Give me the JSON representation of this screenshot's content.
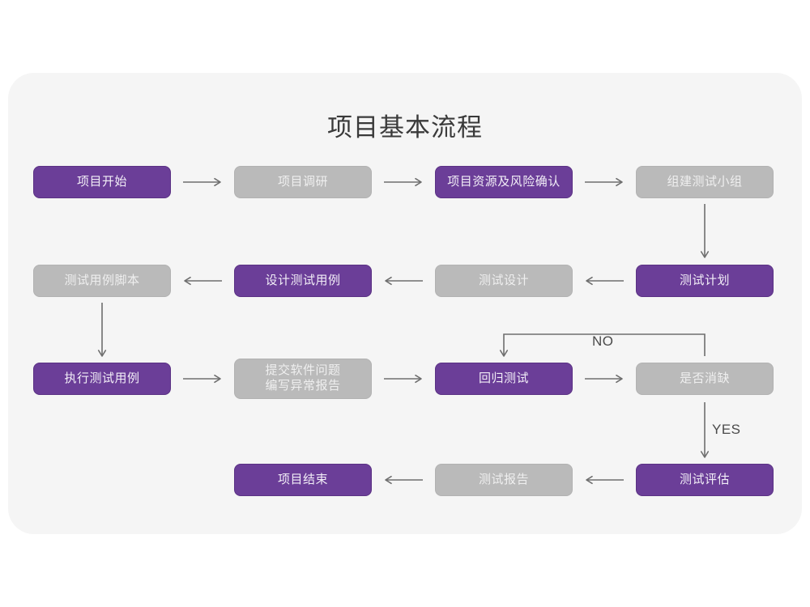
{
  "diagram": {
    "title": "项目基本流程",
    "colors": {
      "canvas_background": "#ffffff",
      "card_background": "#f5f5f5",
      "node_purple": "#6b3e98",
      "node_gray": "#bababa",
      "purple_text": "#f2eef7",
      "gray_text": "#efefef",
      "connector": "#6e6e6e",
      "title_text": "#3a3a3a"
    },
    "nodes": [
      {
        "id": "n1",
        "label": "项目开始",
        "style": "purple",
        "row": 1,
        "col": 1
      },
      {
        "id": "n2",
        "label": "项目调研",
        "style": "gray",
        "row": 1,
        "col": 2
      },
      {
        "id": "n3",
        "label": "项目资源及风险确认",
        "style": "purple",
        "row": 1,
        "col": 3
      },
      {
        "id": "n4",
        "label": "组建测试小组",
        "style": "gray",
        "row": 1,
        "col": 4
      },
      {
        "id": "n5",
        "label": "测试用例脚本",
        "style": "gray",
        "row": 2,
        "col": 1
      },
      {
        "id": "n6",
        "label": "设计测试用例",
        "style": "purple",
        "row": 2,
        "col": 2
      },
      {
        "id": "n7",
        "label": "测试设计",
        "style": "gray",
        "row": 2,
        "col": 3
      },
      {
        "id": "n8",
        "label": "测试计划",
        "style": "purple",
        "row": 2,
        "col": 4
      },
      {
        "id": "n9",
        "label": "执行测试用例",
        "style": "purple",
        "row": 3,
        "col": 1
      },
      {
        "id": "n10",
        "label": "提交软件问题\n编写异常报告",
        "style": "gray",
        "row": 3,
        "col": 2
      },
      {
        "id": "n11",
        "label": "回归测试",
        "style": "purple",
        "row": 3,
        "col": 3
      },
      {
        "id": "n12",
        "label": "是否消缺",
        "style": "gray",
        "row": 3,
        "col": 4
      },
      {
        "id": "n13",
        "label": "项目结束",
        "style": "purple",
        "row": 4,
        "col": 2
      },
      {
        "id": "n14",
        "label": "测试报告",
        "style": "gray",
        "row": 4,
        "col": 3
      },
      {
        "id": "n15",
        "label": "测试评估",
        "style": "purple",
        "row": 4,
        "col": 4
      }
    ],
    "edges": [
      {
        "id": "e1",
        "from": "n1",
        "to": "n2",
        "label": "",
        "direction": "right"
      },
      {
        "id": "e2",
        "from": "n2",
        "to": "n3",
        "label": "",
        "direction": "right"
      },
      {
        "id": "e3",
        "from": "n3",
        "to": "n4",
        "label": "",
        "direction": "right"
      },
      {
        "id": "e4",
        "from": "n4",
        "to": "n8",
        "label": "",
        "direction": "down"
      },
      {
        "id": "e5",
        "from": "n8",
        "to": "n7",
        "label": "",
        "direction": "left"
      },
      {
        "id": "e6",
        "from": "n7",
        "to": "n6",
        "label": "",
        "direction": "left"
      },
      {
        "id": "e7",
        "from": "n6",
        "to": "n5",
        "label": "",
        "direction": "left"
      },
      {
        "id": "e8",
        "from": "n5",
        "to": "n9",
        "label": "",
        "direction": "down"
      },
      {
        "id": "e9",
        "from": "n9",
        "to": "n10",
        "label": "",
        "direction": "right"
      },
      {
        "id": "e10",
        "from": "n10",
        "to": "n11",
        "label": "",
        "direction": "right"
      },
      {
        "id": "e11",
        "from": "n11",
        "to": "n12",
        "label": "",
        "direction": "right"
      },
      {
        "id": "e12",
        "from": "n12",
        "to": "n11",
        "label": "NO",
        "direction": "loop-up-left-down"
      },
      {
        "id": "e13",
        "from": "n12",
        "to": "n15",
        "label": "YES",
        "direction": "down"
      },
      {
        "id": "e14",
        "from": "n15",
        "to": "n14",
        "label": "",
        "direction": "left"
      },
      {
        "id": "e15",
        "from": "n14",
        "to": "n13",
        "label": "",
        "direction": "left"
      }
    ],
    "edge_labels": {
      "no": "NO",
      "yes": "YES"
    }
  }
}
